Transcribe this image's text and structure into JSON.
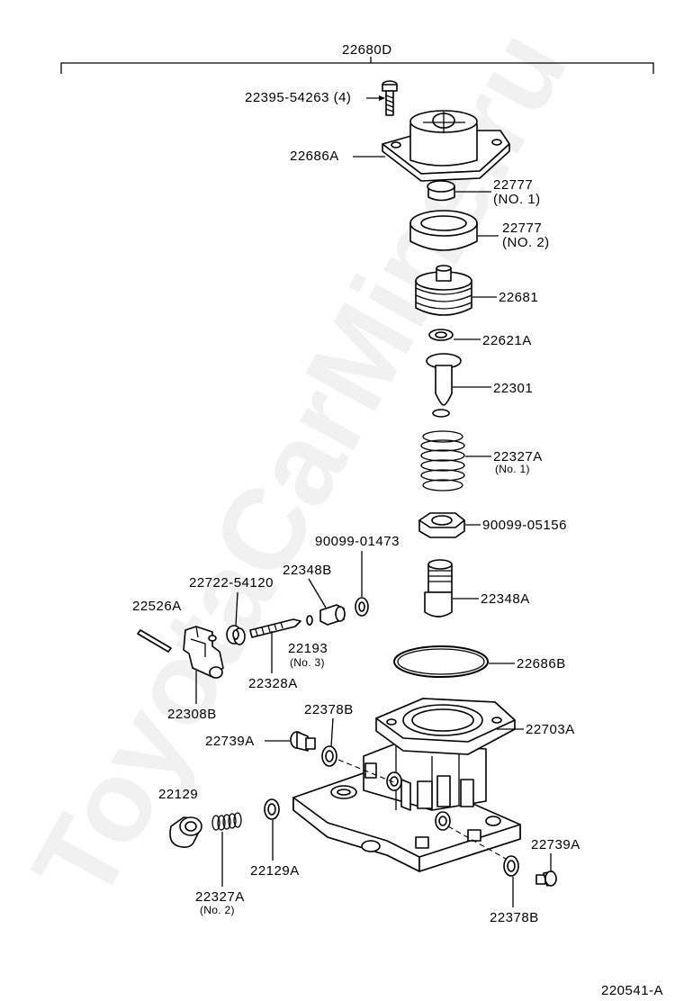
{
  "diagram": {
    "assembly_label": "22680D",
    "drawing_number": "220541-A",
    "watermark": "ToyotaCarMine.ru",
    "labels": {
      "bolt_main": "22395-54263 (4)",
      "cover": "22686A",
      "seal_no1": "22777",
      "seal_no1_sub": "(NO. 1)",
      "seal_no2": "22777",
      "seal_no2_sub": "(NO. 2)",
      "piston": "22681",
      "washer_top": "22621A",
      "valve": "22301",
      "spring_no1": "22327A",
      "spring_no1_sub": "(No. 1)",
      "nut": "90099-05156",
      "washer_small": "90099-01473",
      "plug_side": "22348B",
      "bolt_side": "22722-54120",
      "pin": "22526A",
      "sleeve": "22348A",
      "o_ring_small": "22193",
      "o_ring_small_sub": "(No. 3)",
      "screw": "22328A",
      "o_ring_large": "22686B",
      "bracket": "22308B",
      "gasket_mid": "22378B",
      "housing_top": "22703A",
      "bolt_left": "22739A",
      "plug_body": "22129",
      "gasket_plug": "22129A",
      "spring_no2": "22327A",
      "spring_no2_sub": "(No. 2)",
      "bolt_right": "22739A",
      "gasket_bottom": "22378B"
    }
  }
}
